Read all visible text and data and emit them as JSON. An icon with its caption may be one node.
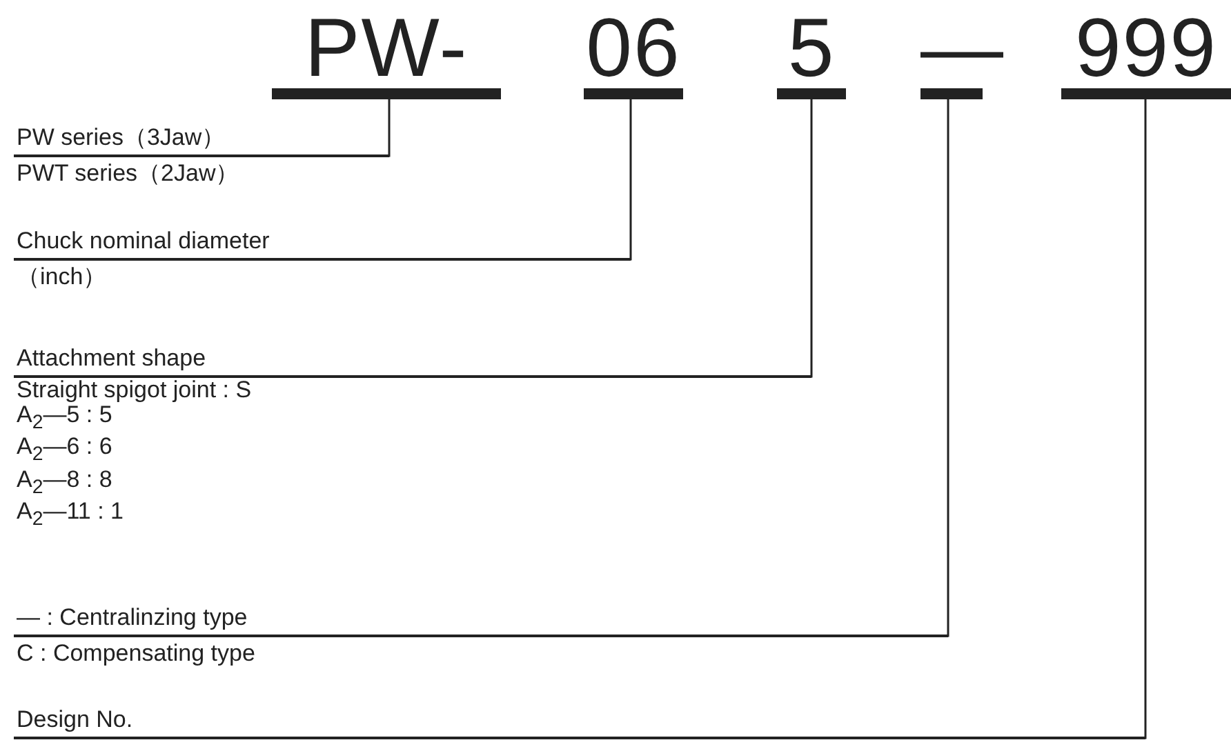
{
  "diagram": {
    "nodes": [
      {
        "text": [
          "PW-"
        ]
      },
      {
        "text": [
          "06"
        ]
      },
      {
        "text": [
          "5"
        ]
      },
      {
        "text": [
          "—"
        ]
      },
      {
        "text": [
          "999"
        ]
      },
      {
        "text": [
          "PW series（3Jaw）",
          "PWT series（2Jaw）"
        ]
      },
      {
        "text": [
          "Chuck nominal diameter",
          "（inch）"
        ]
      },
      {
        "text": [
          "Attachment shape",
          "Straight spigot joint : S",
          "A$_{2}$—5 : 5",
          "A$_{2}$—6 : 6",
          "A$_{2}$—8 : 8",
          "A$_{2}$—11 : 1"
        ]
      },
      {
        "text": [
          "— : Centralinzing type",
          "C : Compensating type"
        ]
      },
      {
        "text": [
          "Design No."
        ]
      }
    ],
    "edges": [
      {
        "from": 0,
        "to": 5,
        "arrow": "none"
      },
      {
        "from": 1,
        "to": 6,
        "arrow": "none"
      },
      {
        "from": 2,
        "to": 7,
        "arrow": "none"
      },
      {
        "from": 3,
        "to": 8,
        "arrow": "none"
      },
      {
        "from": 4,
        "to": 9,
        "arrow": "none"
      }
    ]
  }
}
